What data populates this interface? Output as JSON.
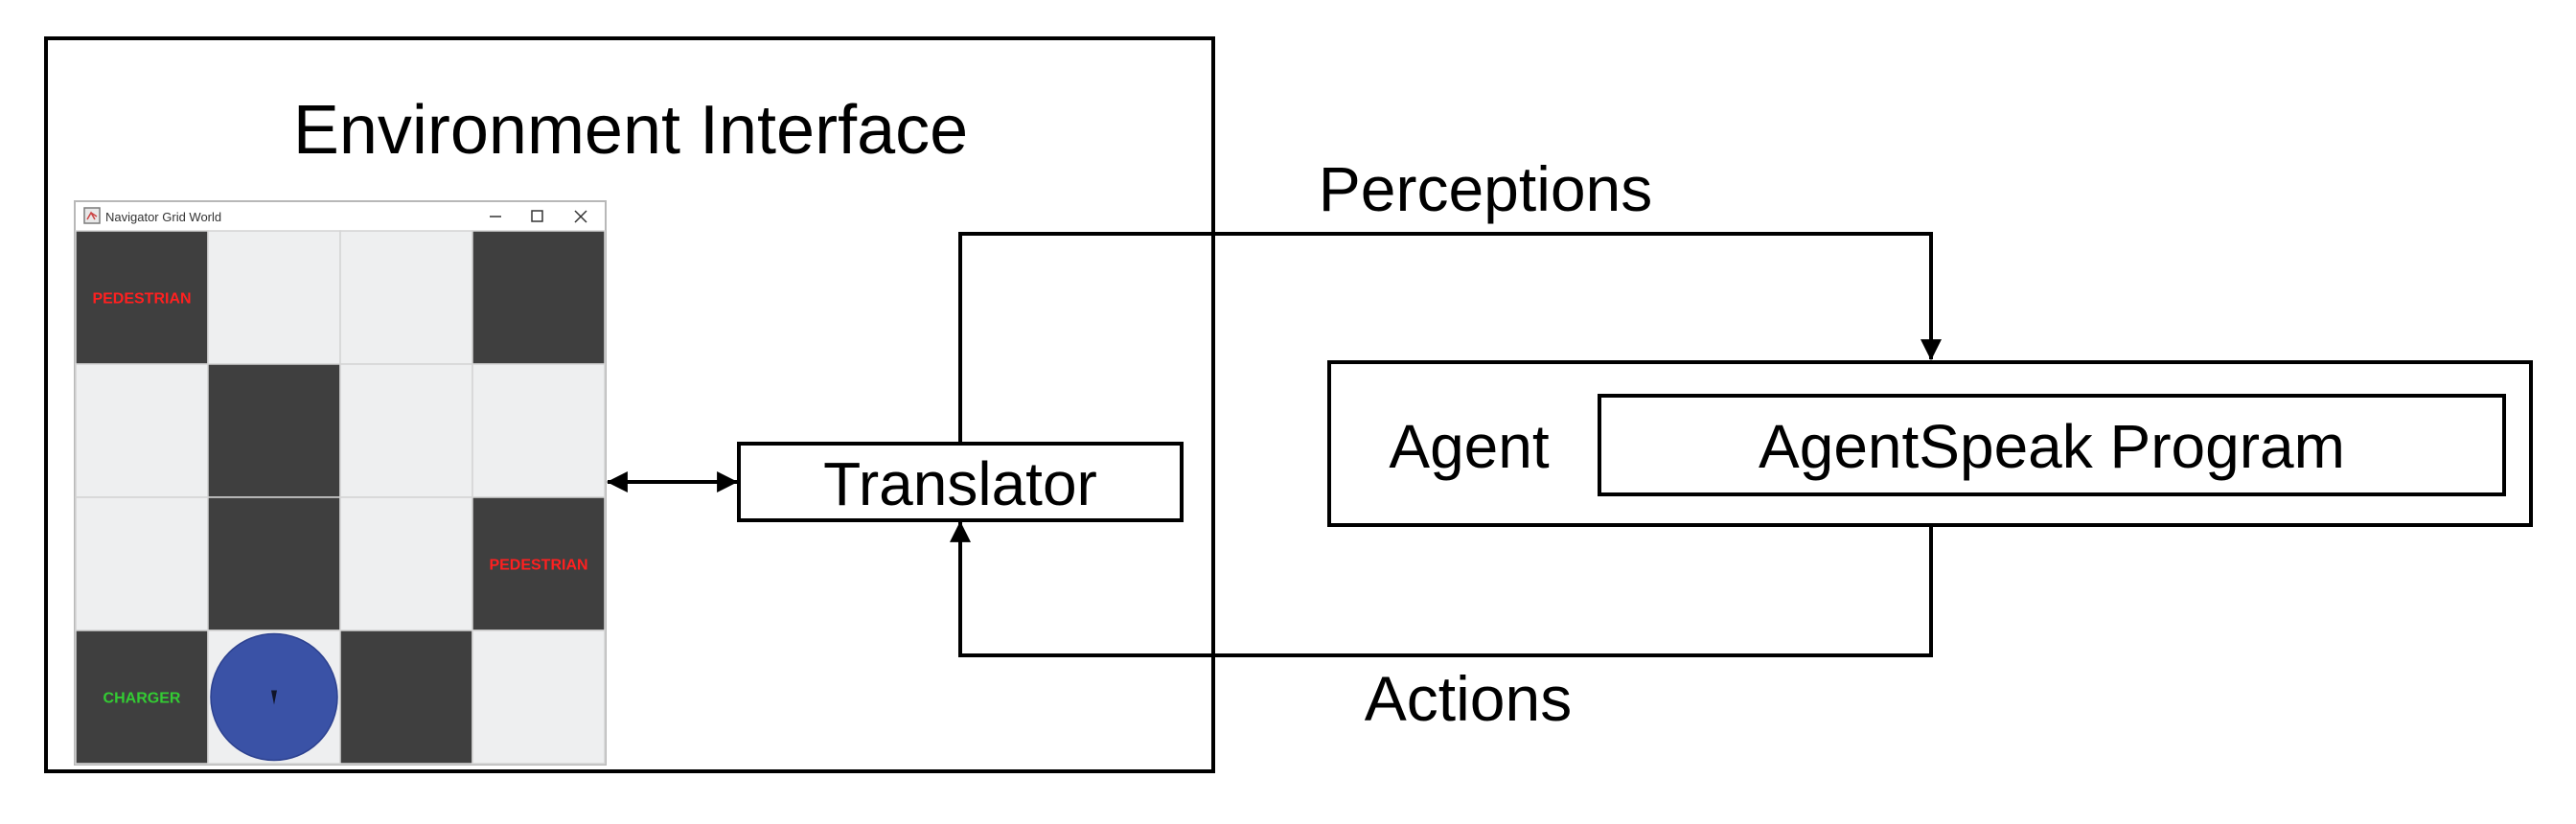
{
  "environment": {
    "title": "Environment Interface"
  },
  "window": {
    "title": "Navigator Grid World",
    "controls": [
      "minimize-icon",
      "maximize-icon",
      "close-icon"
    ],
    "grid": {
      "rows": 4,
      "cols": 4,
      "cells": [
        [
          {
            "fill": "dark",
            "label": "PEDESTRIAN",
            "label_color": "#ff2020"
          },
          {
            "fill": "light"
          },
          {
            "fill": "light"
          },
          {
            "fill": "dark"
          }
        ],
        [
          {
            "fill": "light"
          },
          {
            "fill": "dark"
          },
          {
            "fill": "light"
          },
          {
            "fill": "light"
          }
        ],
        [
          {
            "fill": "light"
          },
          {
            "fill": "dark"
          },
          {
            "fill": "light"
          },
          {
            "fill": "dark",
            "label": "PEDESTRIAN",
            "label_color": "#ff2020"
          }
        ],
        [
          {
            "fill": "dark",
            "label": "CHARGER",
            "label_color": "#33cc33"
          },
          {
            "fill": "light",
            "agent": true
          },
          {
            "fill": "dark"
          },
          {
            "fill": "light"
          }
        ]
      ],
      "colors": {
        "dark": "#3f3f3f",
        "light": "#eeeff0",
        "agent": "#3a52a6"
      }
    }
  },
  "translator": {
    "label": "Translator"
  },
  "agent": {
    "label": "Agent",
    "program_label": "AgentSpeak Program"
  },
  "flows": {
    "perceptions_label": "Perceptions",
    "actions_label": "Actions"
  }
}
